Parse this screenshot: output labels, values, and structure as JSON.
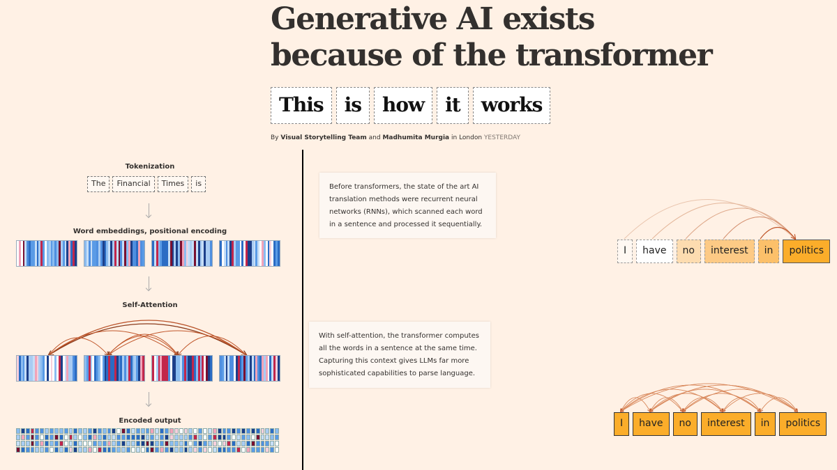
{
  "header": {
    "title_line1": "Generative AI exists",
    "title_line2": "because of the transformer",
    "subtitle_words": [
      "This",
      "is",
      "how",
      "it",
      "works"
    ],
    "byline": {
      "by": "By",
      "author1": "Visual Storytelling Team",
      "and": "and",
      "author2": "Madhumita Murgia",
      "location": "in London",
      "date": "YESTERDAY"
    }
  },
  "left": {
    "tokenization_label": "Tokenization",
    "tokens": [
      "The",
      "Financial",
      "Times",
      "is"
    ],
    "embeddings_label": "Word embeddings, positional encoding",
    "attention_label": "Self-Attention",
    "output_label": "Encoded output"
  },
  "notes": {
    "rnn": "Before transformers, the state of the art AI translation methods were recurrent neural networks (RNNs), which scanned each word in a sentence and processed it sequentially.",
    "attention": "With self-attention, the transformer computes all the words in a sentence at the same time. Capturing this context gives LLMs far more sophisticated capabilities to parse language."
  },
  "right": {
    "words": [
      "I",
      "have",
      "no",
      "interest",
      "in",
      "politics"
    ]
  },
  "colors": {
    "background": "#fff1e5",
    "accent": "#fbad2a",
    "arc": "#c0562a"
  }
}
